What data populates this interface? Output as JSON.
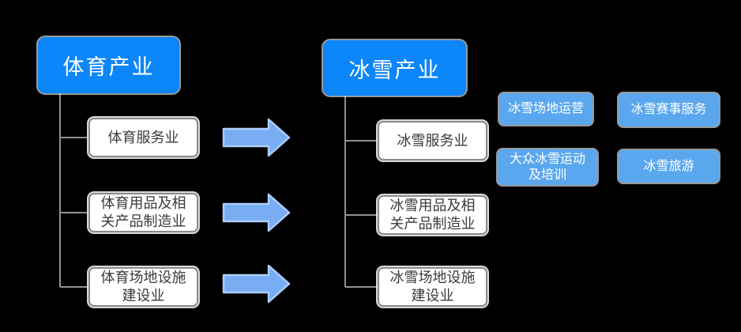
{
  "canvas": {
    "background": "#000000"
  },
  "colors": {
    "primary_blue": "#0C86F8",
    "segment_blue": "#5AA7EF",
    "arrow_fill": "#78ADF4",
    "arrow_stroke": "#ABCDF9",
    "sub_box_border": "#8A8A8A",
    "sub_box_text": "#3B3B3B",
    "connector_gray": "#909090"
  },
  "sports_tree": {
    "root_label": "体育产业",
    "children": [
      {
        "label": "体育服务业"
      },
      {
        "label": "体育用品及相\n关产品制造业"
      },
      {
        "label": "体育场地设施\n建设业"
      }
    ]
  },
  "ice_snow_tree": {
    "root_label": "冰雪产业",
    "children": [
      {
        "label": "冰雪服务业"
      },
      {
        "label": "冰雪用品及相\n关产品制造业"
      },
      {
        "label": "冰雪场地设施\n建设业"
      }
    ]
  },
  "ice_snow_segments": [
    {
      "label": "冰雪场地运营"
    },
    {
      "label": "冰雪赛事服务"
    },
    {
      "label": "大众冰雪运动\n及培训"
    },
    {
      "label": "冰雪旅游"
    }
  ]
}
